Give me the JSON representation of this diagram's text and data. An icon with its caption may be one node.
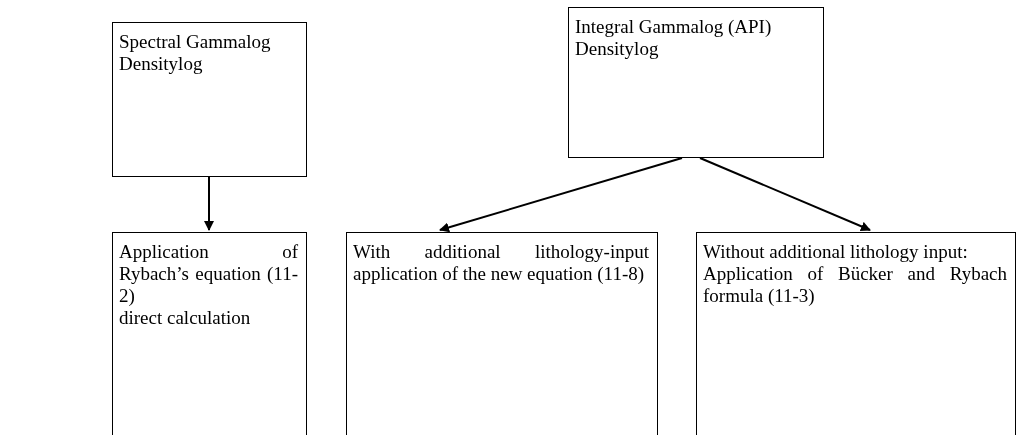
{
  "diagram": {
    "nodes": [
      {
        "text": [
          "Spectral Gammalog Densitylog"
        ]
      },
      {
        "text": [
          "Integral Gammalog (API) Densitylog"
        ]
      },
      {
        "text": [
          "Application of Rybach’s equation (11-2)",
          "direct calculation"
        ]
      },
      {
        "text": [
          "With additional lithology-input application of the new equation (11-8)"
        ]
      },
      {
        "text": [
          "Without additional lithology input:",
          "Application of Bücker and Rybach formula (11-3)"
        ]
      }
    ],
    "edges": [
      {
        "from": 0,
        "to": 2,
        "arrow": "to"
      },
      {
        "from": 1,
        "to": 3,
        "arrow": "to"
      },
      {
        "from": 1,
        "to": 4,
        "arrow": "to"
      }
    ]
  }
}
